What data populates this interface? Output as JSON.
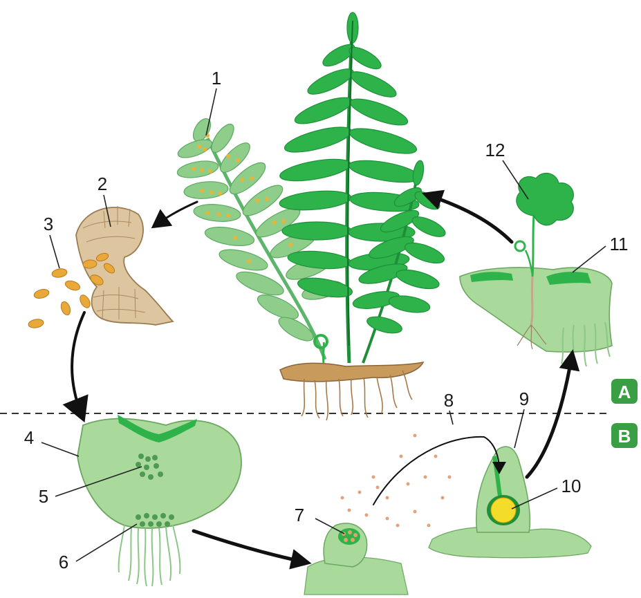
{
  "labels": {
    "n1": "1",
    "n2": "2",
    "n3": "3",
    "n4": "4",
    "n5": "5",
    "n6": "6",
    "n7": "7",
    "n8": "8",
    "n9": "9",
    "n10": "10",
    "n11": "11",
    "n12": "12"
  },
  "zones": {
    "upper": "A",
    "lower": "B"
  },
  "colors": {
    "frond_green": "#2db34a",
    "frond_dark": "#1e8f38",
    "pale_green": "#9fd39a",
    "prothallus_green": "#a9d99b",
    "sporangium_tan": "#d9c09a",
    "spore_orange": "#e8a93a",
    "rhizome_brown": "#b88a52",
    "egg_yellow": "#f3dc2a",
    "badge_green": "#3a9e45"
  }
}
